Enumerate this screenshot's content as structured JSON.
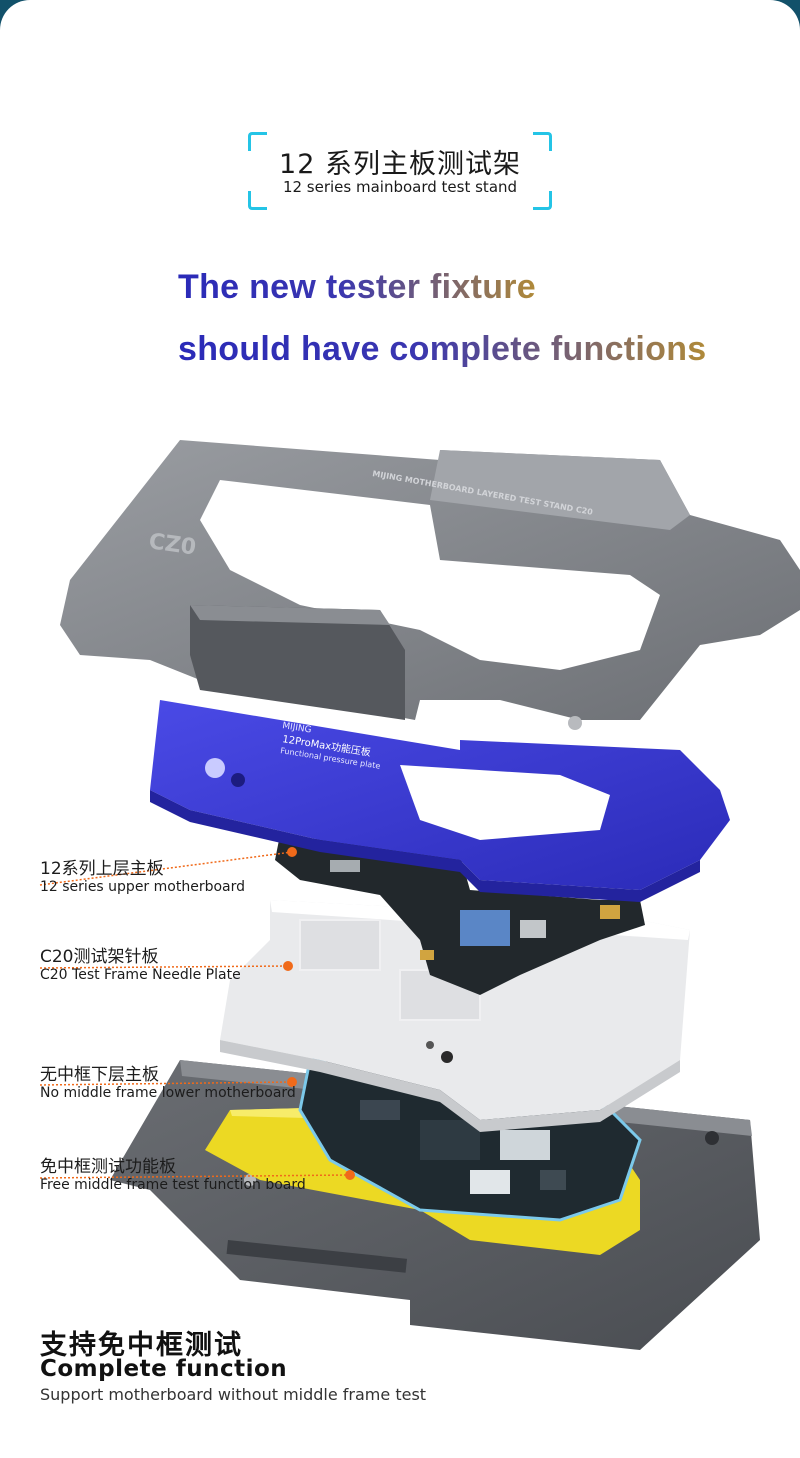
{
  "badge": {
    "title_cn": "12 系列主板测试架",
    "title_en": "12 series mainboard test stand"
  },
  "headline": {
    "line1": "The new tester fixture",
    "line2": "should have complete functions"
  },
  "product": {
    "top_frame_text": "MIJING MOTHERBOARD LAYERED TEST STAND C20",
    "top_frame_logo": "CZ0",
    "pressure_plate_brand": "MIJING",
    "pressure_plate_text": "12ProMax功能压板",
    "pressure_plate_sub": "Functional pressure plate"
  },
  "labels": [
    {
      "cn": "12系列上层主板",
      "en": "12 series upper motherboard"
    },
    {
      "cn": "C20测试架针板",
      "en": "C20 Test Frame Needle Plate"
    },
    {
      "cn": "无中框下层主板",
      "en": "No middle frame lower motherboard"
    },
    {
      "cn": "免中框测试功能板",
      "en": "Free middle frame test function board"
    }
  ],
  "footer": {
    "title_cn": "支持免中框测试",
    "title_en": "Complete function",
    "subtitle": "Support motherboard without middle frame test"
  },
  "colors": {
    "accent_cyan": "#24c4e6",
    "headline_blue": "#2a2ab8",
    "headline_gold": "#b08a38",
    "pointer_orange": "#f06a1a",
    "plate_blue": "#3a3ad6",
    "plate_yellow": "#ecd923",
    "frame_gray": "#7a7d82"
  }
}
